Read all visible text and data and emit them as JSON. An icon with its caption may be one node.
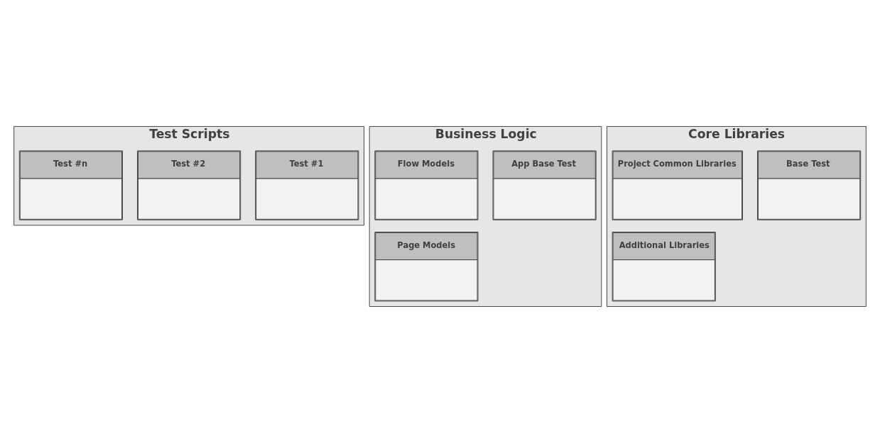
{
  "diagram": {
    "nodes": [
      {
        "text": [
          "Test Scripts"
        ]
      },
      {
        "text": [
          "Test #1"
        ],
        "in": 0
      },
      {
        "text": [
          "Test #2"
        ],
        "in": 0
      },
      {
        "text": [
          "Test #n"
        ],
        "in": 0
      },
      {
        "text": [
          "Business Logic"
        ]
      },
      {
        "text": [
          "App Base Test"
        ],
        "in": 4
      },
      {
        "text": [
          "Flow Models"
        ],
        "in": 4
      },
      {
        "text": [
          "Page Models"
        ],
        "in": 4
      },
      {
        "text": [
          "Core Libraries"
        ]
      },
      {
        "text": [
          "Base Test"
        ],
        "in": 8
      },
      {
        "text": [
          "Project Common Libraries"
        ],
        "in": 8
      },
      {
        "text": [
          "Additional Libraries"
        ],
        "in": 8
      }
    ]
  }
}
